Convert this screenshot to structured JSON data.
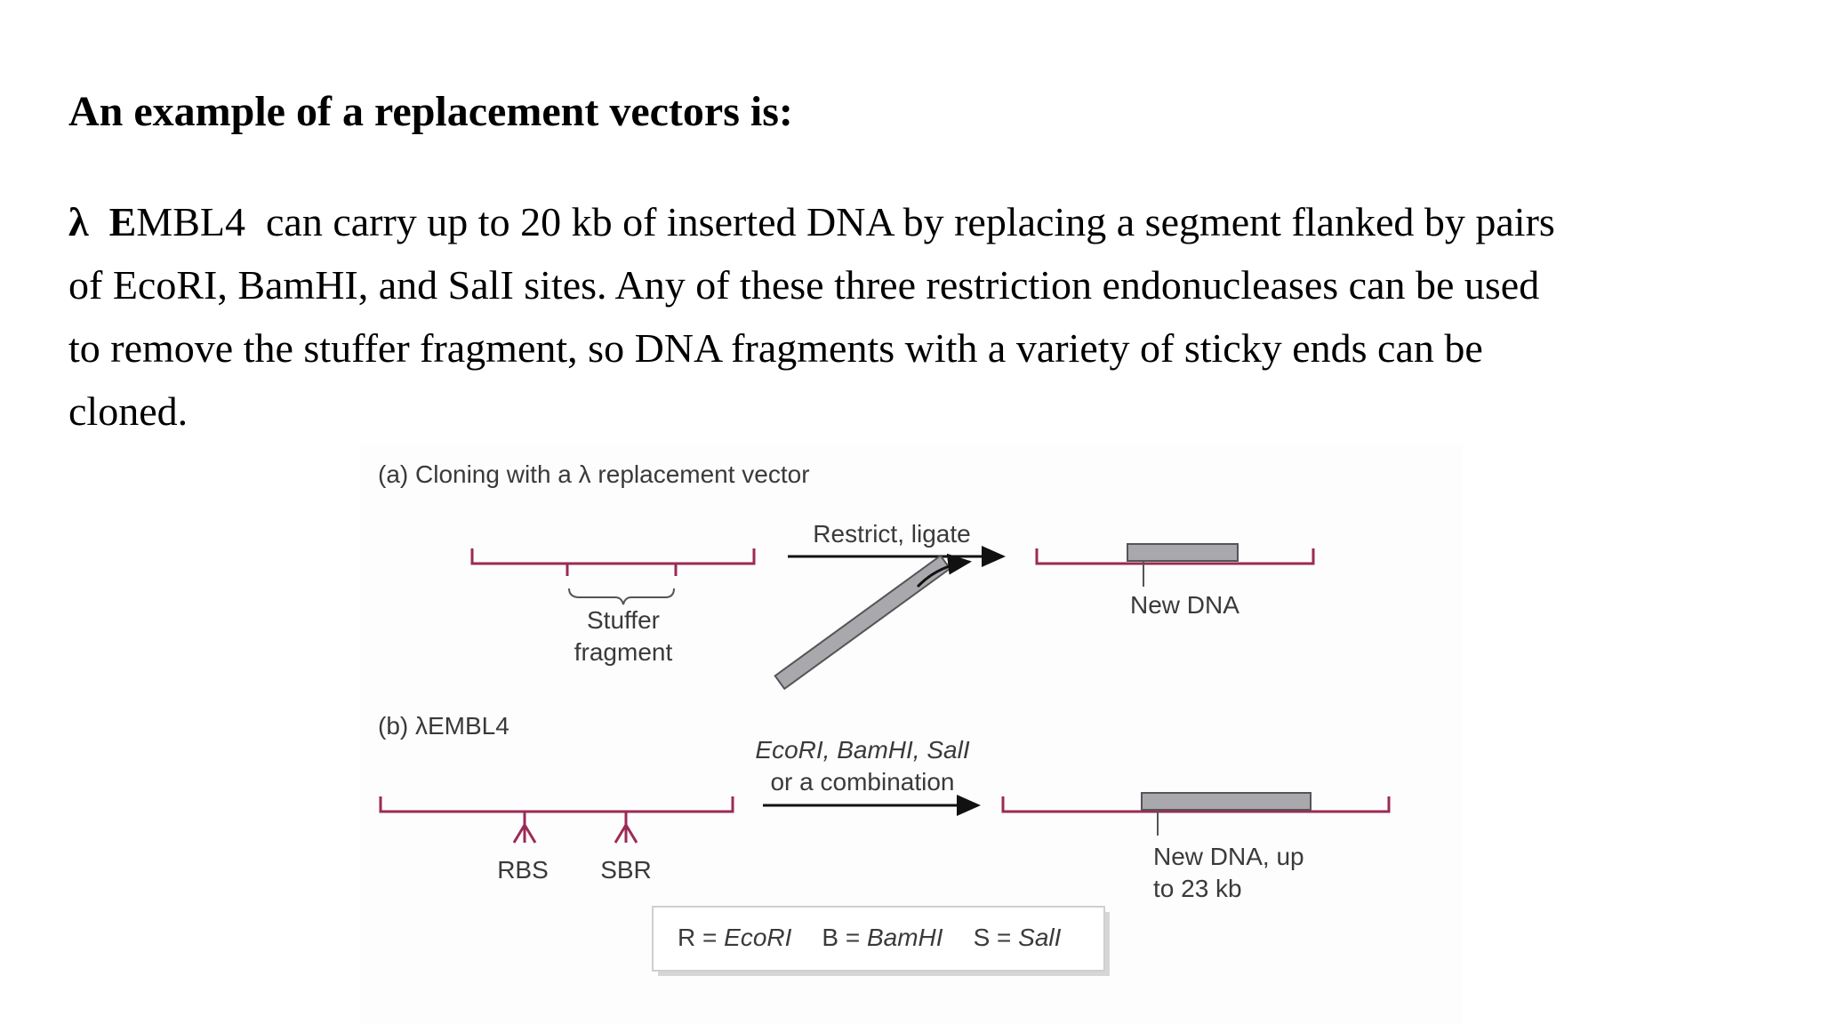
{
  "slide": {
    "heading": "An example of a replacement vectors is:",
    "paragraph": {
      "lambda": "λ",
      "bold_initial": "E",
      "line1_rest": "MBL4  can carry up to 20 kb of inserted DNA by replacing a segment flanked by pairs",
      "line2": "of EcoRI, BamHI, and SalI sites. Any of these three restriction endonucleases can be used",
      "line3": "to remove the stuffer fragment, so DNA fragments with a variety of sticky ends can be",
      "line4": "cloned."
    }
  },
  "figure": {
    "panel_a": {
      "title": "(a) Cloning with a λ replacement vector",
      "stuffer_label_line1": "Stuffer",
      "stuffer_label_line2": "fragment",
      "arrow_label": "Restrict, ligate",
      "new_dna_label": "New DNA"
    },
    "panel_b": {
      "title": "(b) λEMBL4",
      "arrow_label_line1": "EcoRI, BamHI, SalI",
      "arrow_label_line2": "or a combination",
      "site_label_left": "RBS",
      "site_label_right": "SBR",
      "new_dna_label_line1": "New DNA, up",
      "new_dna_label_line2": "to 23 kb"
    },
    "legend": {
      "r_prefix": "R = ",
      "r_name": "EcoRI",
      "b_prefix": "B = ",
      "b_name": "BamHI",
      "s_prefix": "S = ",
      "s_name": "SalI"
    },
    "colors": {
      "dna_line": "#9c2a55",
      "insert_fill": "#a9a9ad",
      "insert_stroke": "#555555",
      "arrow": "#111111"
    }
  }
}
